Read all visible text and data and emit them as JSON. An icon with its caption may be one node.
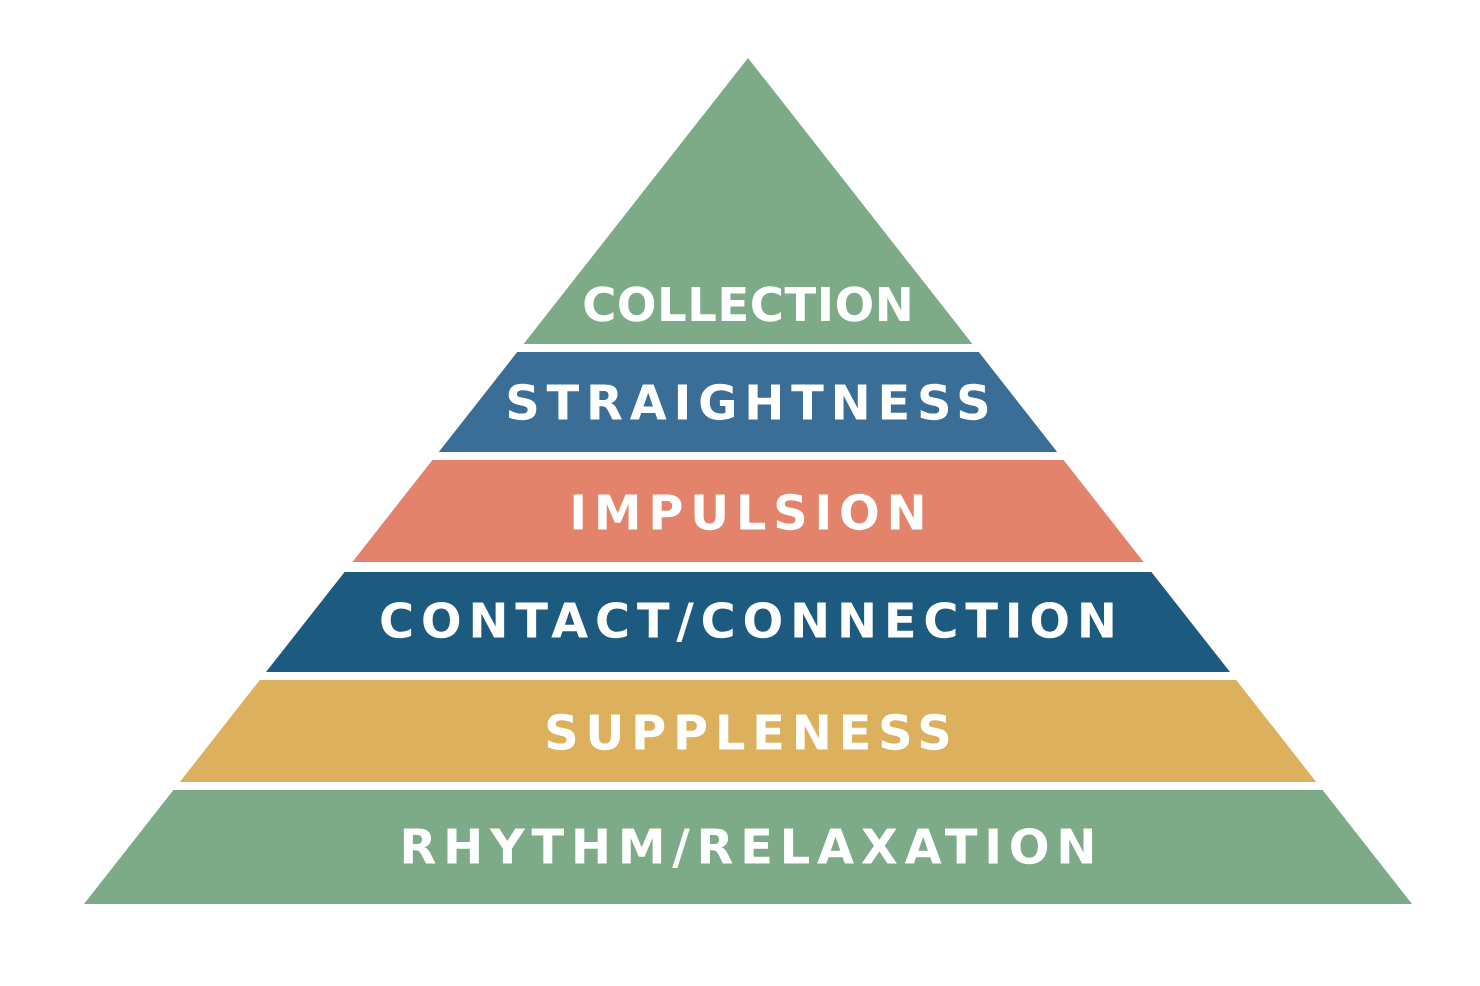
{
  "diagram": {
    "nodes": [
      {
        "text": [
          "COLLECTION"
        ]
      },
      {
        "text": [
          "STRAIGHTNESS"
        ]
      },
      {
        "text": [
          "IMPULSION"
        ]
      },
      {
        "text": [
          "CONTACT/CONNECTION"
        ]
      },
      {
        "text": [
          "SUPPLENESS"
        ]
      },
      {
        "text": [
          "RHYTHM/RELAXATION"
        ]
      }
    ]
  }
}
